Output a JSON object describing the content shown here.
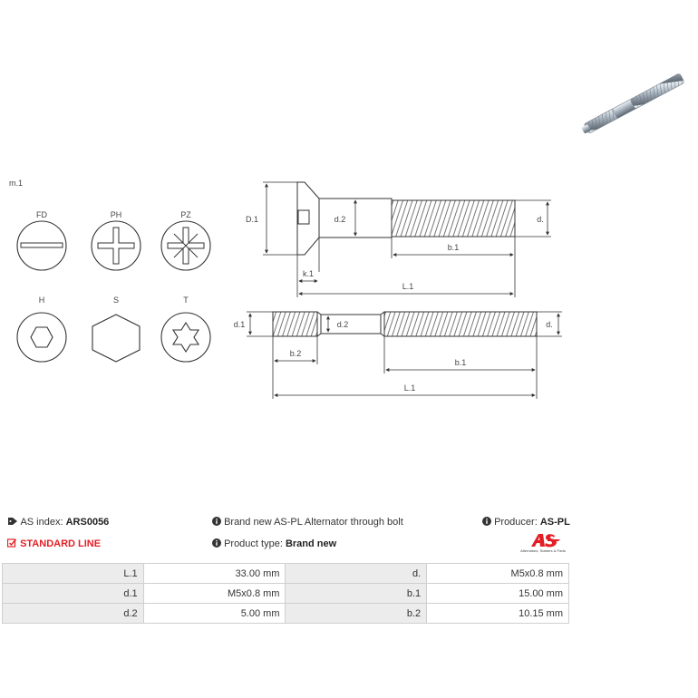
{
  "diagram": {
    "variant_label": "m.1",
    "head_types": [
      {
        "code": "FD",
        "icon": "slot-drive-icon"
      },
      {
        "code": "PH",
        "icon": "phillips-drive-icon"
      },
      {
        "code": "PZ",
        "icon": "pozidriv-drive-icon"
      },
      {
        "code": "H",
        "icon": "hex-socket-drive-icon"
      },
      {
        "code": "S",
        "icon": "hex-head-icon"
      },
      {
        "code": "T",
        "icon": "torx-drive-icon"
      }
    ],
    "bolt_labels": {
      "D1": "D.1",
      "d2": "d.2",
      "d": "d.",
      "b1": "b.1",
      "k1": "k.1",
      "L1": "L.1"
    },
    "stud_labels": {
      "d1": "d.1",
      "d2": "d.2",
      "d": "d.",
      "b2": "b.2",
      "b1": "b.1",
      "L1": "L.1"
    }
  },
  "info": {
    "as_index_label": "AS index:",
    "as_index_value": "ARS0056",
    "line_label": "STANDARD LINE",
    "description": "Brand new AS-PL Alternator through bolt",
    "product_type_label": "Product type:",
    "product_type_value": "Brand new",
    "producer_label": "Producer:",
    "producer_value": "AS-PL",
    "logo_text": "AS",
    "logo_subtext": "Alternators, Starters & Parts",
    "colors": {
      "accent": "#e31e24"
    }
  },
  "specs": [
    {
      "k1": "L.1",
      "v1": "33.00 mm",
      "k2": "d.",
      "v2": "M5x0.8 mm"
    },
    {
      "k1": "d.1",
      "v1": "M5x0.8 mm",
      "k2": "b.1",
      "v2": "15.00 mm"
    },
    {
      "k1": "d.2",
      "v1": "5.00 mm",
      "k2": "b.2",
      "v2": "10.15 mm"
    }
  ]
}
